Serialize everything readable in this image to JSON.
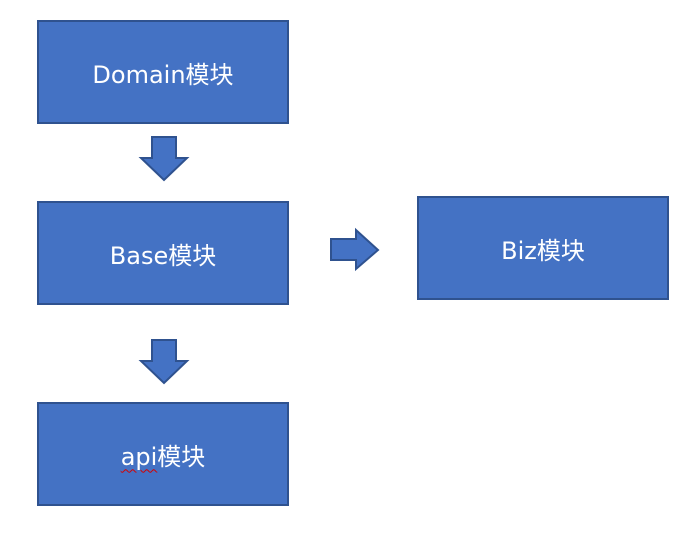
{
  "diagram": {
    "nodes": {
      "domain": {
        "label": "Domain模块"
      },
      "base": {
        "label": "Base模块"
      },
      "biz": {
        "label": "Biz模块"
      },
      "api": {
        "label_prefix": "api",
        "label_suffix": "模块"
      }
    },
    "edges": [
      {
        "from": "Domain模块",
        "to": "Base模块"
      },
      {
        "from": "Base模块",
        "to": "Biz模块"
      },
      {
        "from": "Base模块",
        "to": "api模块"
      }
    ],
    "colors": {
      "box_fill": "#4472C4",
      "box_border": "#2F528F",
      "text": "#FFFFFF",
      "spellcheck_underline": "#D40000"
    }
  }
}
